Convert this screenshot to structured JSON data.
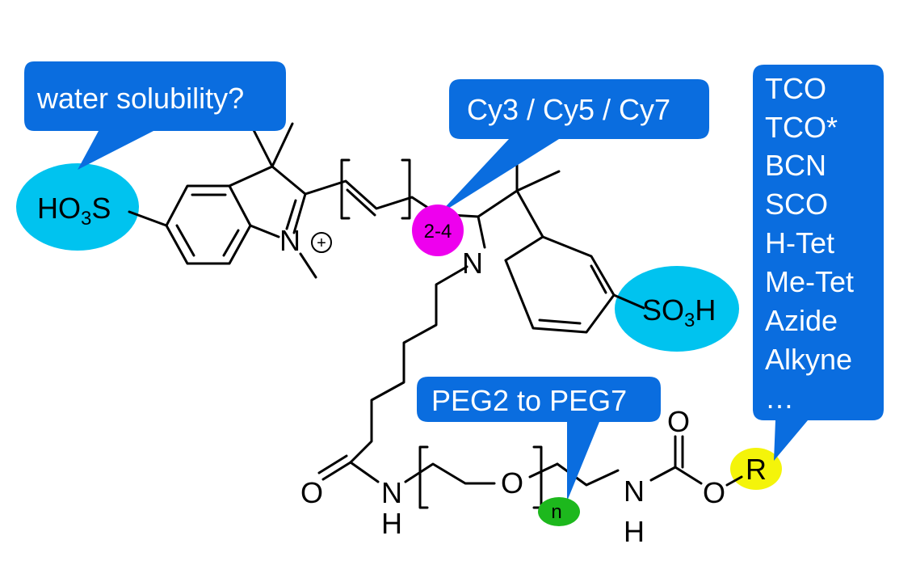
{
  "colors": {
    "callout_blue": "#0a6ddf",
    "sulfonate_cyan": "#00c3ef",
    "linker_magenta": "#ee00ee",
    "peg_green": "#1db81d",
    "reactive_yellow": "#f4f40a",
    "bond_black": "#000000",
    "background": "#ffffff"
  },
  "callouts": {
    "water_solubility": "water solubility?",
    "cyanine_type": "Cy3 / Cy5 / Cy7",
    "peg_length": "PEG2 to PEG7",
    "reactive_groups": [
      "TCO",
      "TCO*",
      "BCN",
      "SCO",
      "H-Tet",
      "Me-Tet",
      "Azide",
      "Alkyne",
      "…"
    ]
  },
  "badges": {
    "polymethine_repeat": "2-4",
    "peg_repeat": "n",
    "r_group": "R"
  },
  "atoms": {
    "left_sulfonate_main": "HO",
    "left_sulfonate_sub": "3",
    "left_sulfonate_tail": "S",
    "right_sulfonate_main": "SO",
    "right_sulfonate_sub": "3",
    "right_sulfonate_tail": "H",
    "indolium_n": "N",
    "charge_plus": "+",
    "indoline_n": "N",
    "amide_o": "O",
    "amide_n": "N",
    "amide_h": "H",
    "ether_o": "O",
    "carbamate_n": "N",
    "carbamate_h": "H",
    "carbonyl_o": "O",
    "ester_o": "O"
  }
}
